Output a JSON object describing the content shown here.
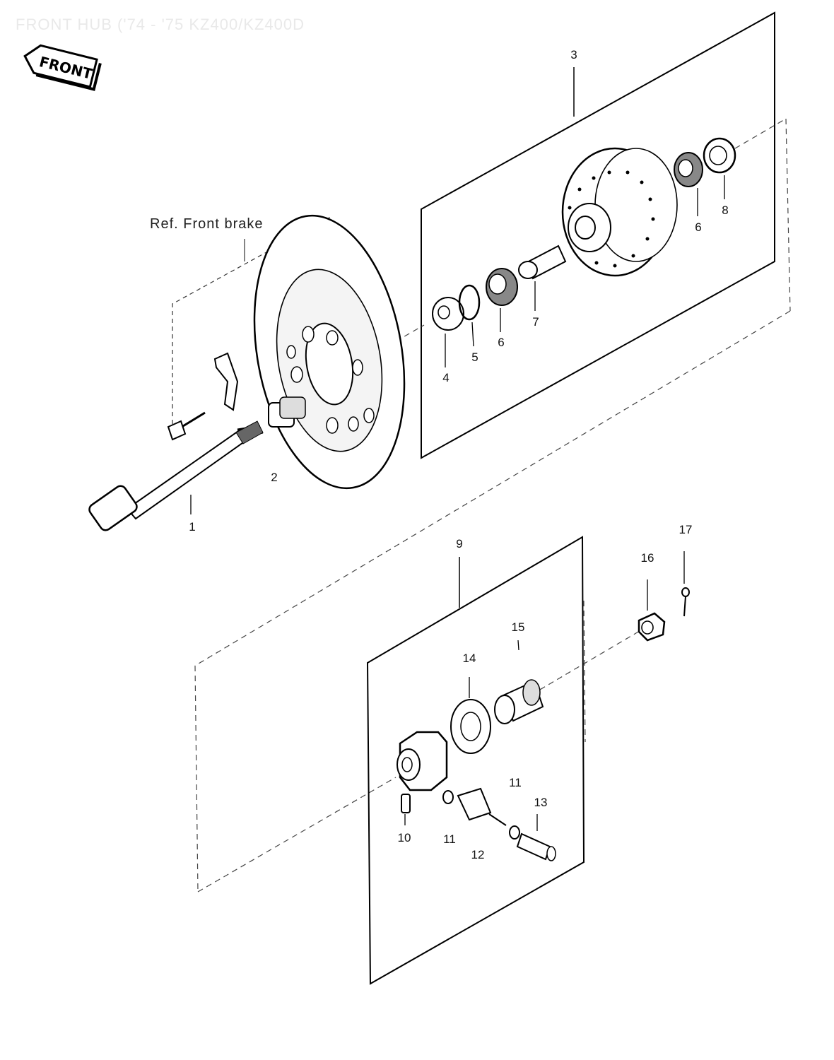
{
  "diagram": {
    "title": "FRONT HUB ('74 - '75 KZ400/KZ400D",
    "front_badge": "FRONT",
    "ref_label": "Ref. Front brake",
    "callouts": [
      {
        "id": "c1",
        "text": "1"
      },
      {
        "id": "c2",
        "text": "2"
      },
      {
        "id": "c3",
        "text": "3"
      },
      {
        "id": "c4",
        "text": "4"
      },
      {
        "id": "c5",
        "text": "5"
      },
      {
        "id": "c6a",
        "text": "6"
      },
      {
        "id": "c6b",
        "text": "6"
      },
      {
        "id": "c7",
        "text": "7"
      },
      {
        "id": "c8",
        "text": "8"
      },
      {
        "id": "c9",
        "text": "9"
      },
      {
        "id": "c10",
        "text": "10"
      },
      {
        "id": "c11a",
        "text": "11"
      },
      {
        "id": "c11b",
        "text": "11"
      },
      {
        "id": "c12",
        "text": "12"
      },
      {
        "id": "c13",
        "text": "13"
      },
      {
        "id": "c14",
        "text": "14"
      },
      {
        "id": "c15",
        "text": "15"
      },
      {
        "id": "c16",
        "text": "16"
      },
      {
        "id": "c17",
        "text": "17"
      }
    ]
  }
}
